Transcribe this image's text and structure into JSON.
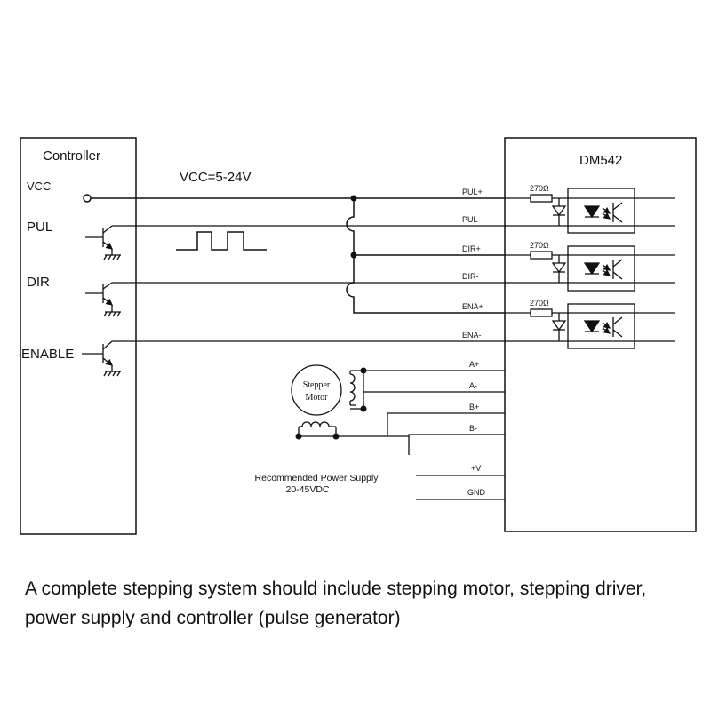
{
  "controller": {
    "title": "Controller",
    "vcc_label": "VCC",
    "pul_label": "PUL",
    "dir_label": "DIR",
    "enable_label": "ENABLE"
  },
  "vcc_note": "VCC=5-24V",
  "driver": {
    "title": "DM542",
    "resistor_label": "270Ω",
    "signal_terminals": [
      "PUL+",
      "PUL-",
      "DIR+",
      "DIR-",
      "ENA+",
      "ENA-"
    ],
    "motor_terminals": [
      "A+",
      "A-",
      "B+",
      "B-"
    ],
    "power_terminals": [
      "+V",
      "GND"
    ]
  },
  "motor": {
    "line1": "Stepper",
    "line2": "Motor"
  },
  "power_supply": {
    "line1": "Recommended Power Supply",
    "line2": "20-45VDC"
  },
  "caption": "A complete stepping system should include stepping motor, stepping driver, power supply and controller (pulse generator)"
}
